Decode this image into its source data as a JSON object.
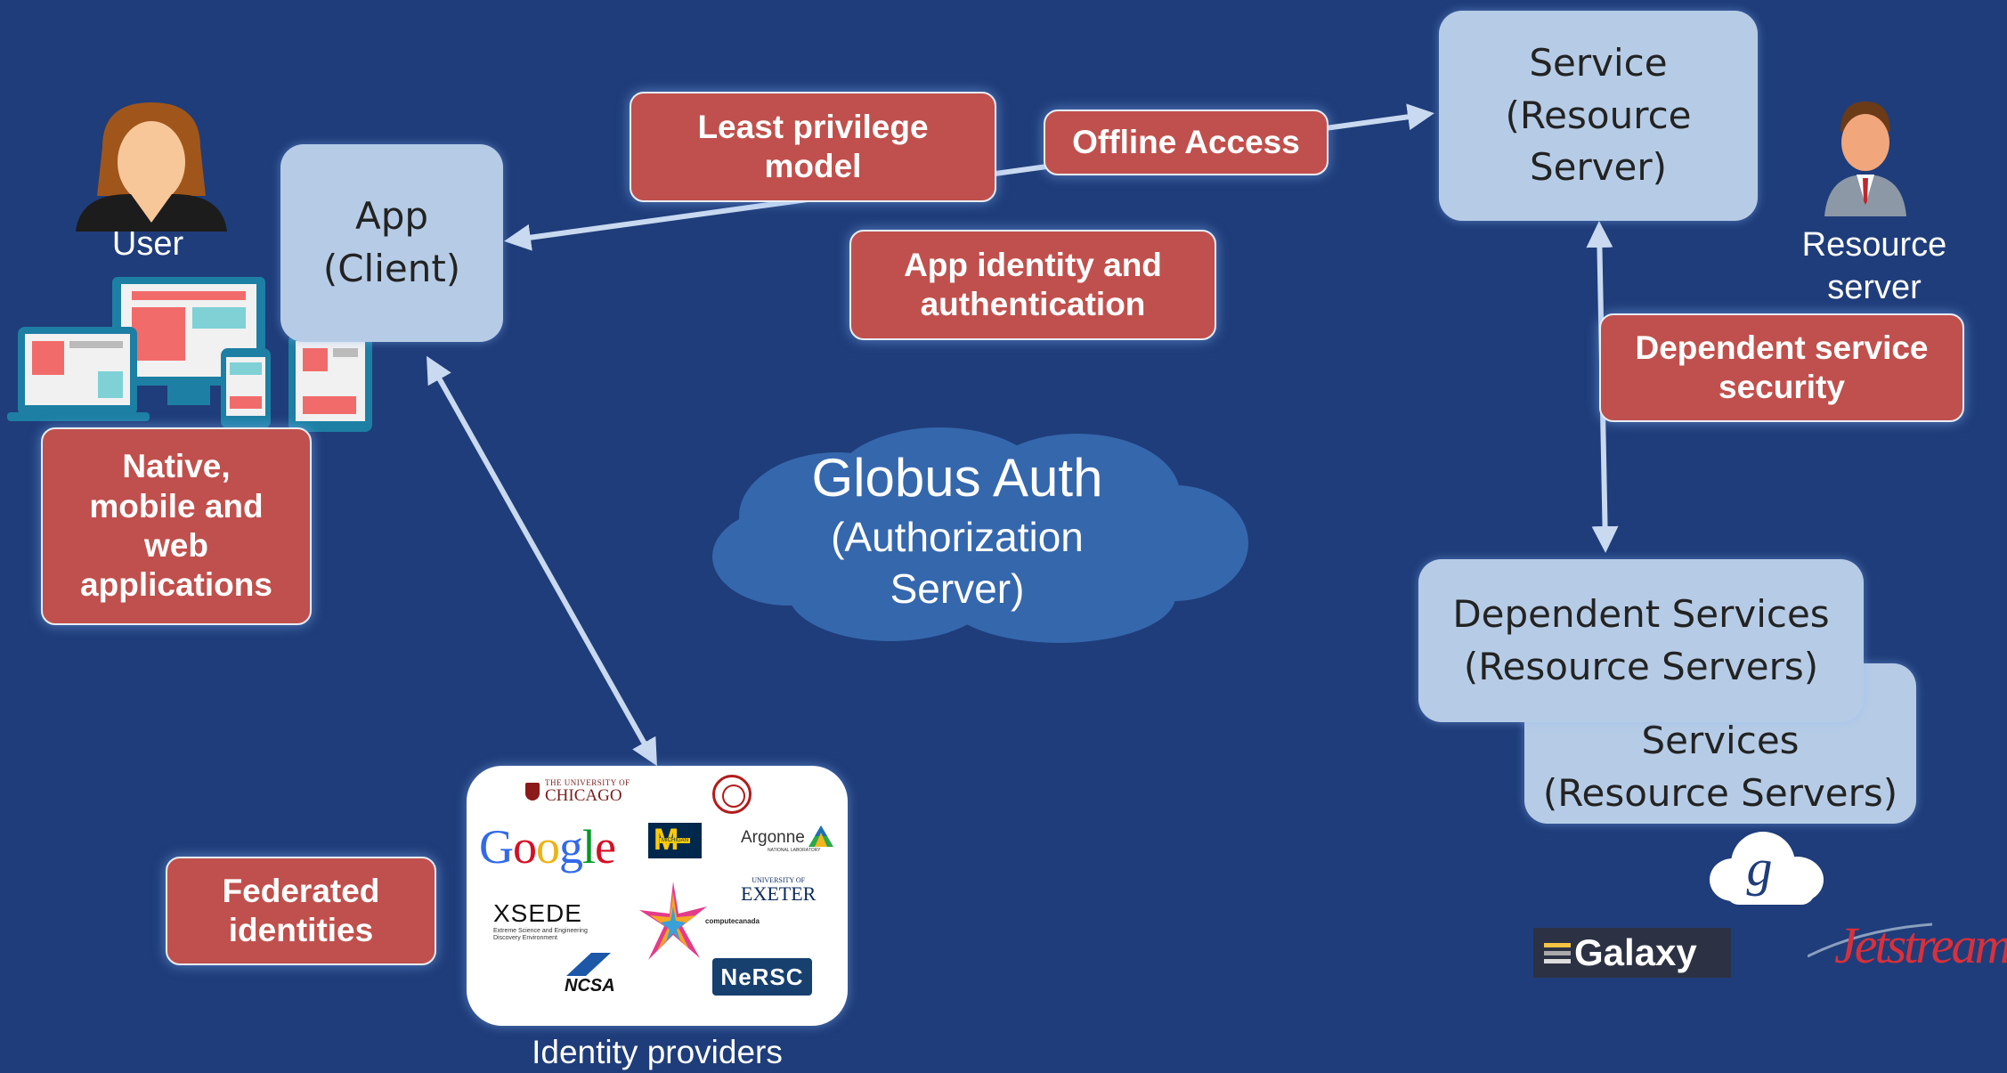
{
  "user": {
    "label": "User"
  },
  "app": {
    "label": "App\n(Client)"
  },
  "service": {
    "label": "Service\n(Resource\nServer)"
  },
  "resource_server": {
    "label": "Resource\nserver"
  },
  "dependent_services": {
    "label": "Dependent Services\n(Resource Servers)",
    "back_label": "Services\n(Resource Servers)"
  },
  "auth_server": {
    "title": "Globus Auth",
    "subtitle": "(Authorization\nServer)"
  },
  "identity_providers": {
    "label": "Identity providers",
    "logos": {
      "uchicago_small": "THE UNIVERSITY OF",
      "uchicago": "CHICAGO",
      "google": [
        "G",
        "o",
        "o",
        "g",
        "l",
        "e"
      ],
      "michigan": "MICHIGAN",
      "argonne": "Argonne",
      "argonne_sub": "NATIONAL LABORATORY",
      "exeter_small": "UNIVERSITY OF",
      "exeter": "EXETER",
      "xsede": "XSEDE",
      "xsede_sub": "Extreme Science and Engineering\nDiscovery Environment",
      "computecanada": "computecanada",
      "ncsa": "NCSA",
      "nersc": "NeRSC"
    }
  },
  "callouts": {
    "least_privilege": "Least privilege\nmodel",
    "offline_access": "Offline Access",
    "app_identity": "App identity and\nauthentication",
    "dependent_security": "Dependent service\nsecurity",
    "native_apps": "Native,\nmobile and\nweb\napplications",
    "federated": "Federated\nidentities"
  },
  "service_logos": {
    "galaxy": "Galaxy",
    "jetstream": "Jetstream"
  },
  "colors": {
    "background": "#1f3d7a",
    "callout_red": "#c0504d",
    "box_blue": "#b6cce6",
    "arrow": "#c9d9f0"
  }
}
